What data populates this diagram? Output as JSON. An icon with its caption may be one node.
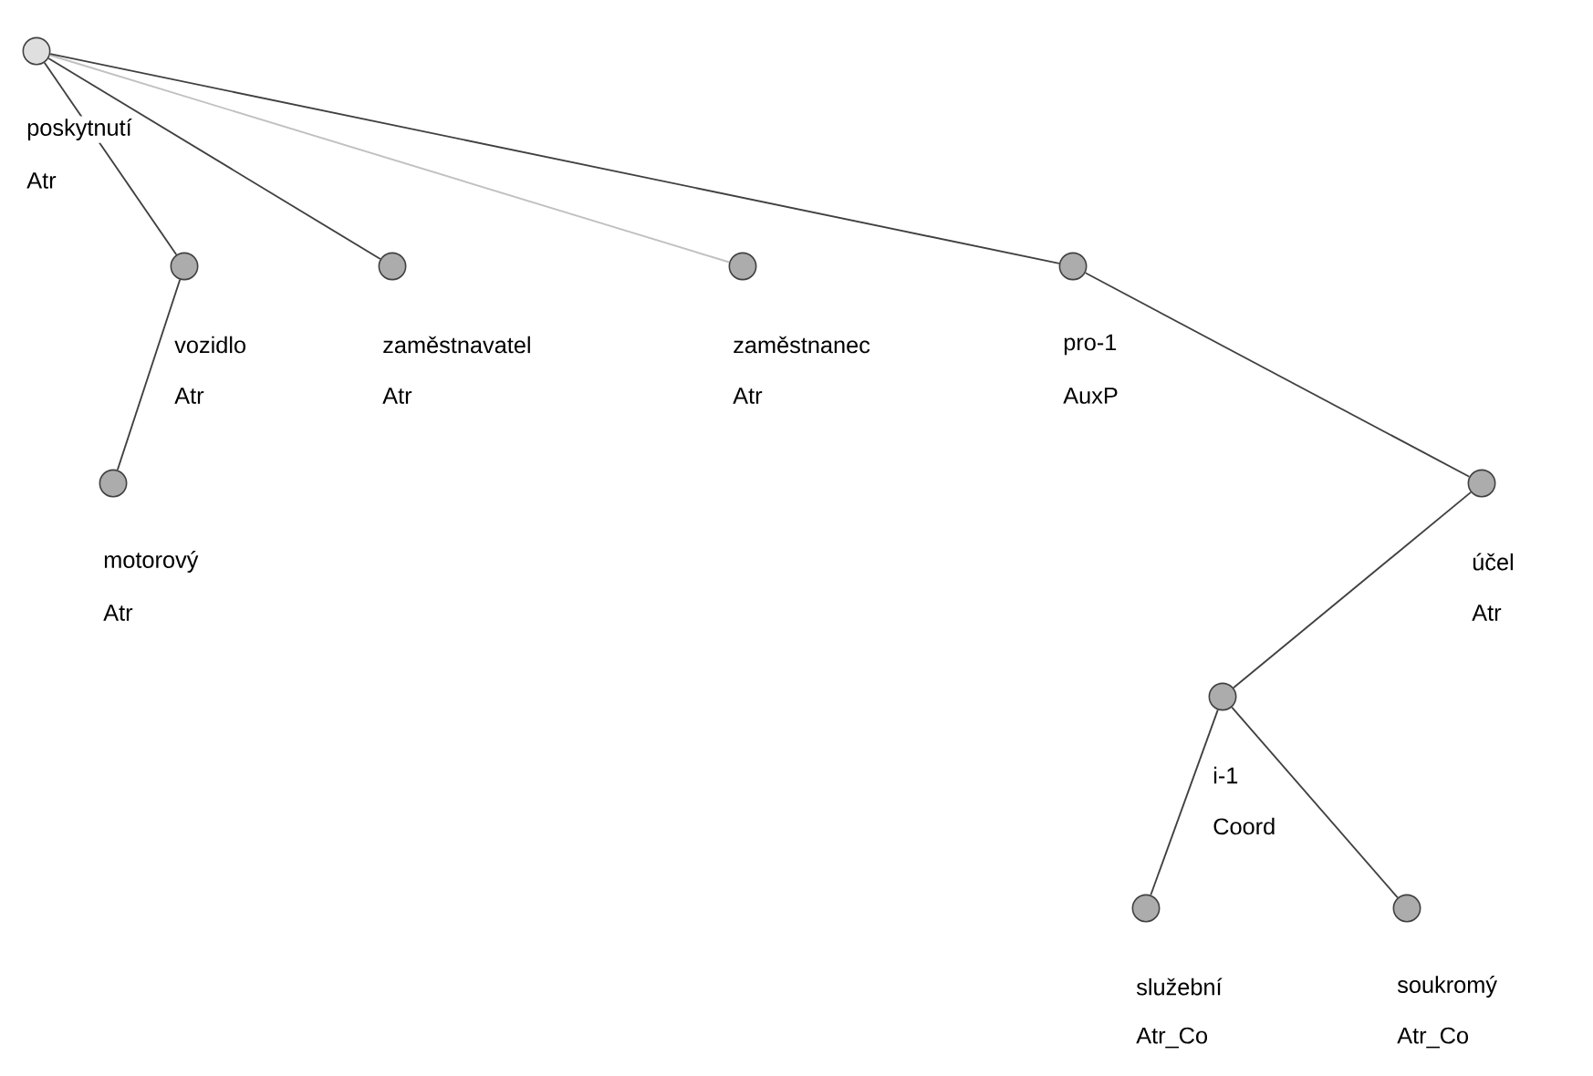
{
  "diagram": {
    "nodes": [
      {
        "text": [],
        "shape": "circle",
        "beside": [
          "poskytnutí",
          "Atr"
        ]
      },
      {
        "text": [],
        "shape": "circle",
        "beside": [
          "vozidlo",
          "Atr"
        ]
      },
      {
        "text": [],
        "shape": "circle",
        "beside": [
          "zaměstnavatel",
          "Atr"
        ]
      },
      {
        "text": [],
        "shape": "circle",
        "beside": [
          "zaměstnanec",
          "Atr"
        ]
      },
      {
        "text": [],
        "shape": "circle",
        "beside": [
          "pro-1",
          "AuxP"
        ]
      },
      {
        "text": [],
        "shape": "circle",
        "beside": [
          "motorový",
          "Atr"
        ]
      },
      {
        "text": [],
        "shape": "circle",
        "beside": [
          "účel",
          "Atr"
        ]
      },
      {
        "text": [],
        "shape": "circle",
        "beside": [
          "i-1",
          "Coord"
        ]
      },
      {
        "text": [],
        "shape": "circle",
        "beside": [
          "služební",
          "Atr_Co"
        ]
      },
      {
        "text": [],
        "shape": "circle",
        "beside": [
          "soukromý",
          "Atr_Co"
        ]
      }
    ],
    "edges": [
      {
        "from": 0,
        "to": 1,
        "arrow": "none"
      },
      {
        "from": 0,
        "to": 2,
        "arrow": "none"
      },
      {
        "from": 0,
        "to": 3,
        "arrow": "none",
        "color": "#c0c0c0"
      },
      {
        "from": 0,
        "to": 4,
        "arrow": "none"
      },
      {
        "from": 1,
        "to": 5,
        "arrow": "none"
      },
      {
        "from": 4,
        "to": 6,
        "arrow": "none"
      },
      {
        "from": 6,
        "to": 7,
        "arrow": "none"
      },
      {
        "from": 7,
        "to": 8,
        "arrow": "none"
      },
      {
        "from": 7,
        "to": 9,
        "arrow": "none"
      }
    ]
  }
}
